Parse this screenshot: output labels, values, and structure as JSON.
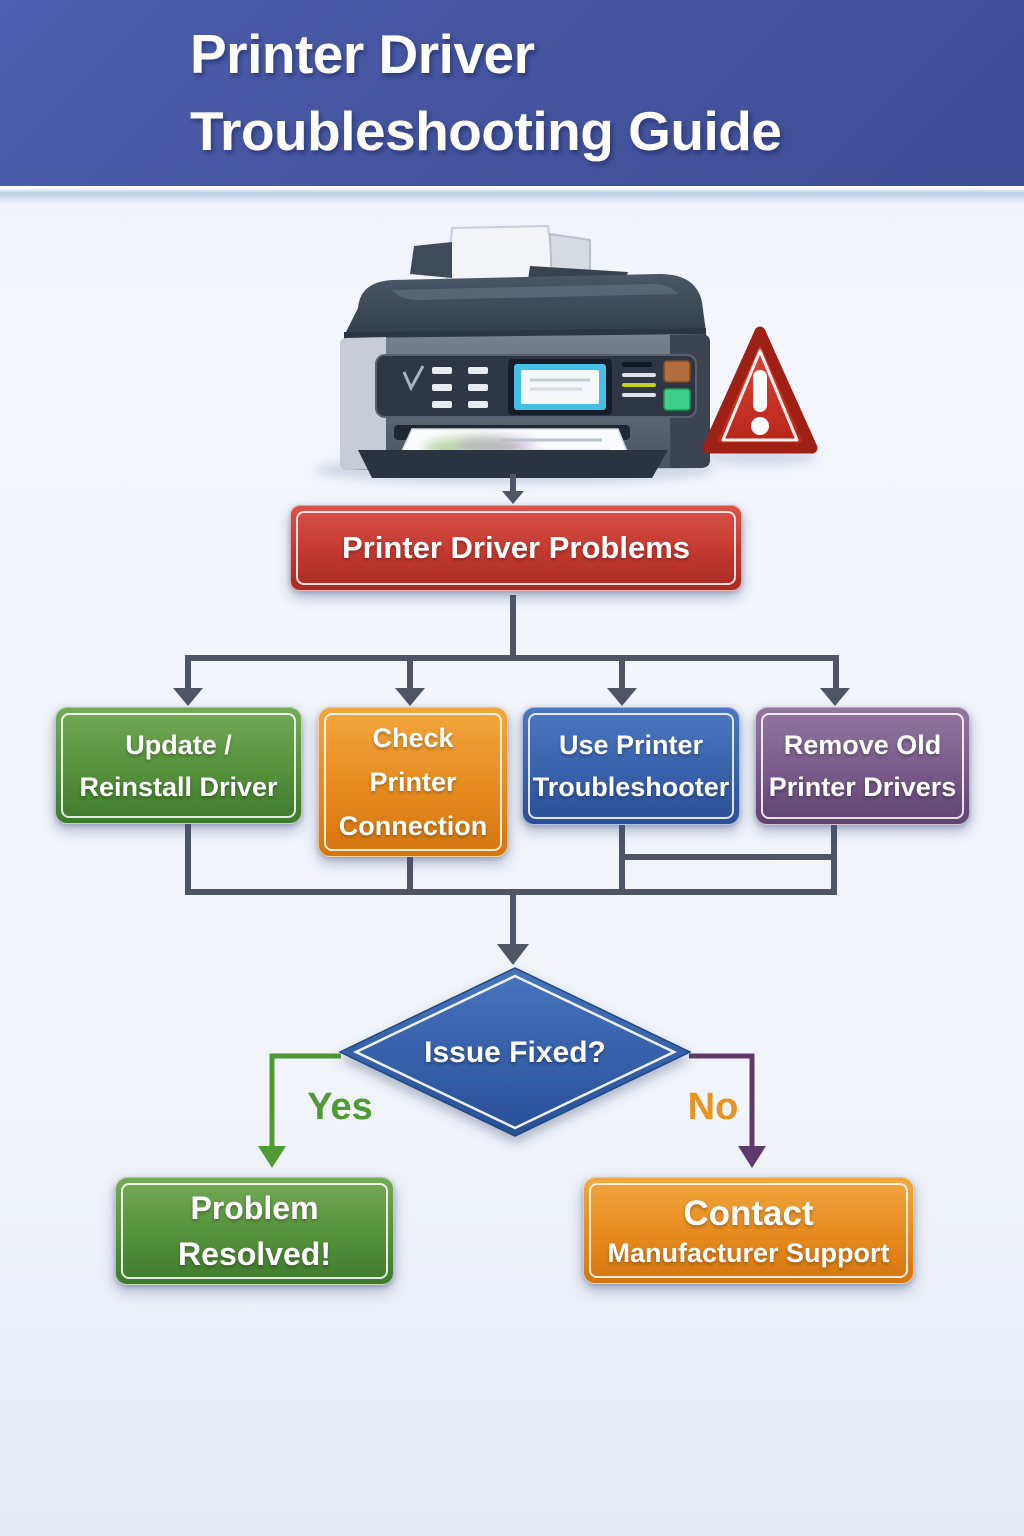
{
  "header": {
    "title": "Printer Driver\nTroubleshooting Guide"
  },
  "illustration": {
    "printer_icon": "printer-illustration",
    "warning_icon": "warning-triangle"
  },
  "flowchart": {
    "start": {
      "label": "Printer Driver Problems",
      "color": "#c63b32"
    },
    "steps": [
      {
        "label": "Update /\nReinstall Driver",
        "color": "#57923c"
      },
      {
        "label": "Check\nPrinter\nConnection",
        "color": "#e68a1e"
      },
      {
        "label": "Use Printer\nTroubleshooter",
        "color": "#3a62ab"
      },
      {
        "label": "Remove Old\nPrinter Drivers",
        "color": "#7a5a8a"
      }
    ],
    "decision": {
      "label": "Issue Fixed?",
      "color": "#2f5ba6"
    },
    "branches": {
      "yes": {
        "label": "Yes",
        "color": "#4f9a34"
      },
      "no": {
        "label": "No",
        "color": "#e8921f",
        "line_color": "#5d3a6b"
      }
    },
    "outcomes": {
      "resolved": {
        "label": "Problem\nResolved!",
        "color": "#4c8c34"
      },
      "contact": {
        "line1": "Contact",
        "line2": "Manufacturer Support",
        "color": "#e68a1e"
      }
    }
  },
  "colors": {
    "banner_blue": "#44549e",
    "background": "#f1f4fa",
    "connector_gray": "#4e5566",
    "yes_green": "#4f9a34",
    "no_label_orange": "#e8921f",
    "no_line_purple": "#5d3a6b",
    "warning_red": "#c5281c"
  }
}
